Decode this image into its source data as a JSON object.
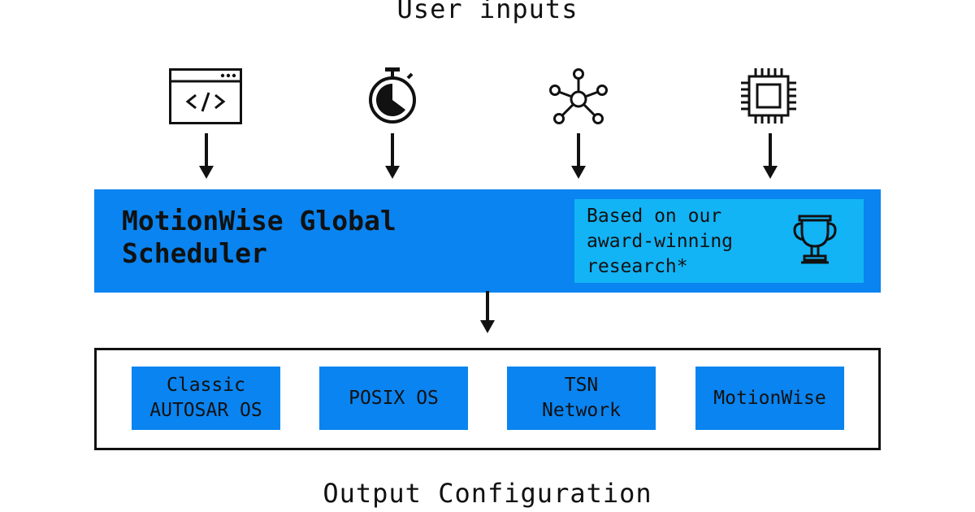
{
  "diagram": {
    "inputs_title": "User inputs",
    "inputs": [
      {
        "icon": "code-window-icon"
      },
      {
        "icon": "stopwatch-icon"
      },
      {
        "icon": "network-hub-icon"
      },
      {
        "icon": "cpu-chip-icon"
      }
    ],
    "scheduler": {
      "title": "MotionWise Global\nScheduler",
      "research_note": "Based on our\naward-winning\nresearch*",
      "research_icon": "trophy-icon"
    },
    "outputs_title": "Output Configuration",
    "outputs": [
      {
        "label": "Classic\nAUTOSAR OS"
      },
      {
        "label": "POSIX OS"
      },
      {
        "label": "TSN\nNetwork"
      },
      {
        "label": "MotionWise"
      }
    ],
    "colors": {
      "scheduler_blue": "#0a84f0",
      "research_cyan": "#12b4f5",
      "ink": "#111111"
    }
  }
}
